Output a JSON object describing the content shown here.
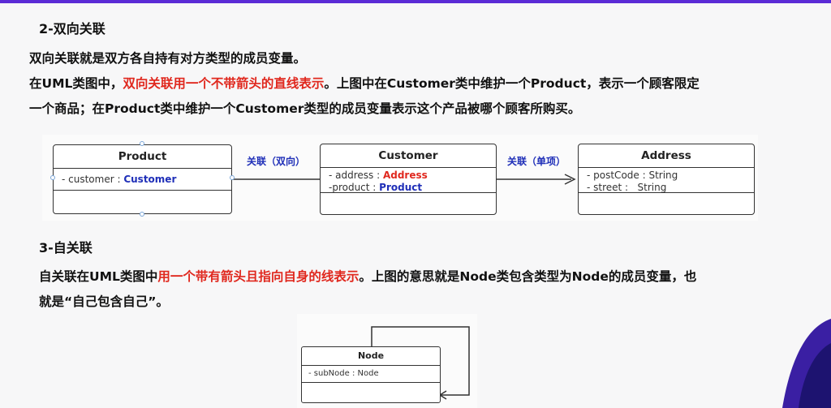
{
  "section2": {
    "heading": "2-双向关联",
    "line1": "双向关联就是双方各自持有对方类型的成员变量。",
    "line2_prefix": "在UML类图中，",
    "line2_highlight": "双向关联用一个不带箭头的直线表示",
    "line2_suffix": "。上图中在Customer类中维护一个Product，表示一个顾客限定",
    "line3": "一个商品；在Product类中维护一个Customer类型的成员变量表示这个产品被哪个顾客所购买。"
  },
  "diagram1": {
    "product": {
      "name": "Product",
      "attr_prefix": "- customer : ",
      "attr_type": "Customer"
    },
    "customer": {
      "name": "Customer",
      "attr1_prefix": "- address : ",
      "attr1_type": "Address",
      "attr2_prefix": "-product : ",
      "attr2_type": "Product"
    },
    "address": {
      "name": "Address",
      "attr1": "- postCode : String",
      "attr2": "- street :   String"
    },
    "label_bidirectional": "关联（双向）",
    "label_unidirectional": "关联（单项）"
  },
  "section3": {
    "heading": "3-自关联",
    "line1_prefix": "自关联在UML类图中",
    "line1_highlight": "用一个带有箭头且指向自身的线表示",
    "line1_suffix": "。上图的意思就是Node类包含类型为Node的成员变量，也",
    "line2": "就是“自己包含自己”。"
  },
  "diagram2": {
    "node": {
      "name": "Node",
      "attr": "- subNode : Node"
    }
  },
  "colors": {
    "accent_red": "#e0281e",
    "type_blue": "#1f2fb8",
    "top_bar": "#5b2bd6"
  }
}
